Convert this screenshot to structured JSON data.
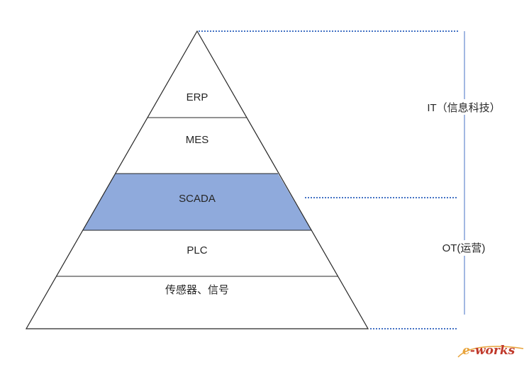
{
  "pyramid": {
    "levels": [
      {
        "label": "ERP",
        "highlight": false
      },
      {
        "label": "MES",
        "highlight": false
      },
      {
        "label": "SCADA",
        "highlight": true
      },
      {
        "label": "PLC",
        "highlight": false
      },
      {
        "label": "传感器、信号",
        "highlight": false
      }
    ]
  },
  "brackets": {
    "it_label": "IT（信息科技）",
    "ot_label": "OT(运营)"
  },
  "logo": {
    "prefix": "e",
    "suffix": "-works"
  },
  "colors": {
    "highlight_fill": "#8faadc",
    "outline": "#262626",
    "bracket_line": "#4472c4"
  }
}
